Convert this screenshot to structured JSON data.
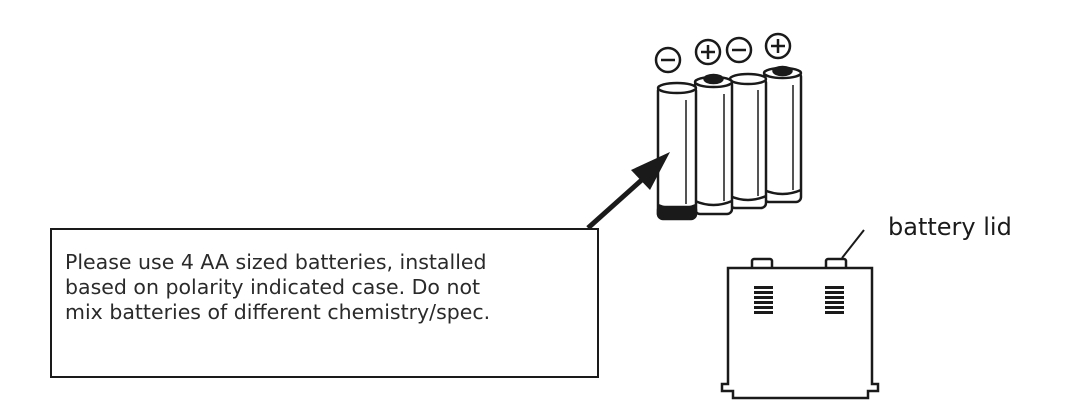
{
  "instruction": {
    "lines": [
      "Please use 4 AA sized batteries, installed",
      "based on polarity indicated case. Do not",
      "mix batteries of different chemistry/spec."
    ]
  },
  "battery_lid_label": "battery lid",
  "batteries": [
    {
      "polarity": "negative",
      "icon": "minus-circle-icon"
    },
    {
      "polarity": "positive",
      "icon": "plus-circle-icon"
    },
    {
      "polarity": "negative",
      "icon": "minus-circle-icon"
    },
    {
      "polarity": "positive",
      "icon": "plus-circle-icon"
    }
  ],
  "colors": {
    "line": "#1a1a1a",
    "background": "#ffffff"
  }
}
